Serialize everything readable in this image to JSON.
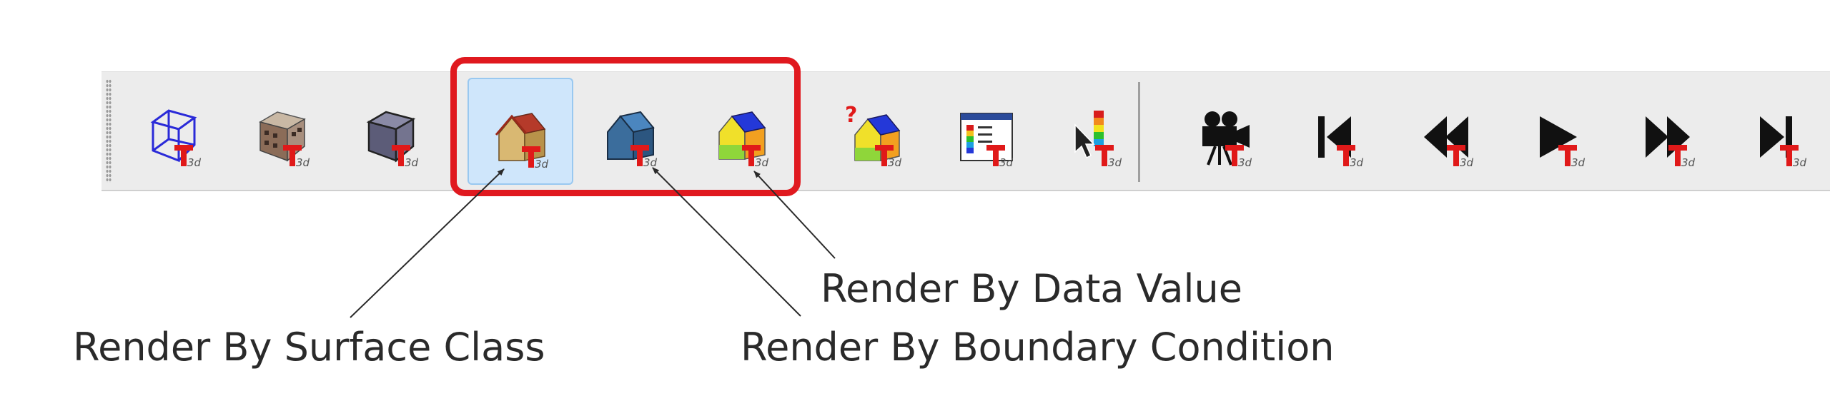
{
  "toolbar": {
    "buttons": [
      {
        "id": "wireframe",
        "icon": "wireframe-cube-icon",
        "selected": false
      },
      {
        "id": "textured",
        "icon": "textured-cube-icon",
        "selected": false
      },
      {
        "id": "solid",
        "icon": "solid-cube-icon",
        "selected": false
      },
      {
        "id": "surface-class",
        "icon": "surface-class-house-icon",
        "selected": true
      },
      {
        "id": "boundary-condition",
        "icon": "boundary-condition-house-icon",
        "selected": false
      },
      {
        "id": "data-value",
        "icon": "data-value-house-icon",
        "selected": false
      },
      {
        "id": "query-data",
        "icon": "query-house-icon",
        "selected": false
      },
      {
        "id": "settings",
        "icon": "settings-window-icon",
        "selected": false
      },
      {
        "id": "legend",
        "icon": "color-legend-icon",
        "selected": false
      },
      {
        "id": "movie",
        "icon": "movie-camera-icon",
        "selected": false
      },
      {
        "id": "first",
        "icon": "skip-first-icon",
        "selected": false
      },
      {
        "id": "rewind",
        "icon": "rewind-icon",
        "selected": false
      },
      {
        "id": "play",
        "icon": "play-icon",
        "selected": false
      },
      {
        "id": "fast-forward",
        "icon": "fast-forward-icon",
        "selected": false
      },
      {
        "id": "last",
        "icon": "skip-last-icon",
        "selected": false
      }
    ]
  },
  "annotations": {
    "surface_class": "Render By Surface Class",
    "boundary_condition": "Render By Boundary Condition",
    "data_value": "Render By Data Value"
  },
  "colors": {
    "highlight": "#e0191f",
    "selected_bg": "#cfe6fb",
    "toolbar_bg": "#ececec",
    "badge_red": "#e01919"
  }
}
